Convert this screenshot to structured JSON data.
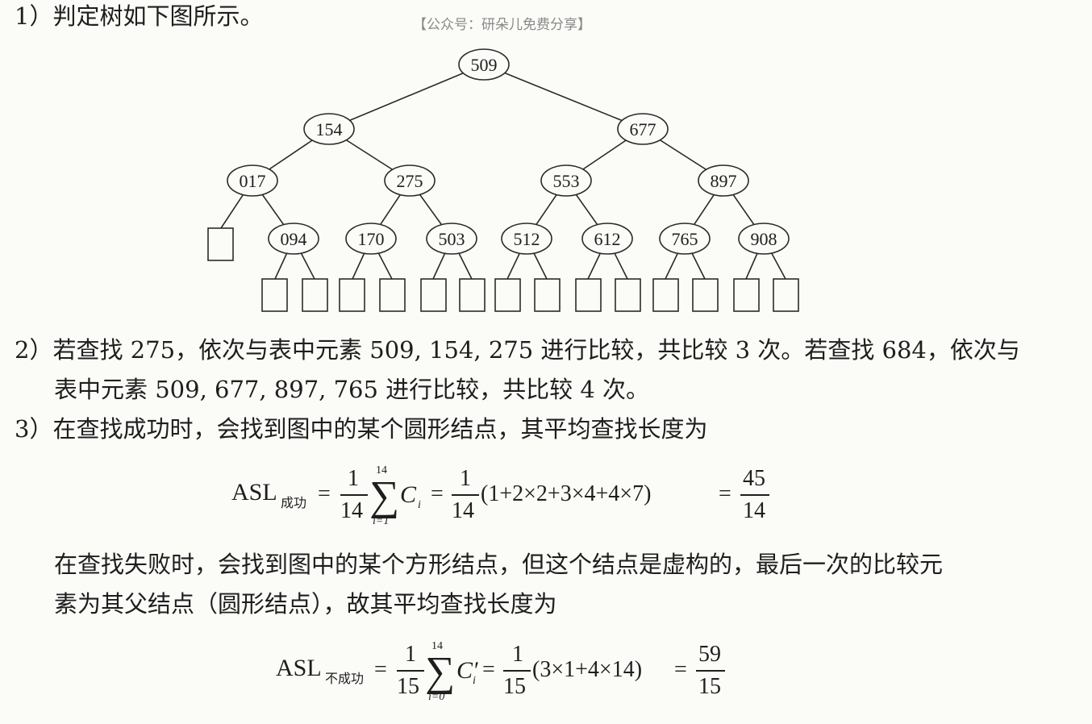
{
  "step1": "1）判定树如下图所示。",
  "watermark": "【公众号：研朵儿免费分享】",
  "tree": {
    "root": "509",
    "level2": [
      "154",
      "677"
    ],
    "level3": [
      "017",
      "275",
      "553",
      "897"
    ],
    "level4": [
      "094",
      "170",
      "503",
      "512",
      "612",
      "765",
      "908"
    ]
  },
  "step2_line1": "2）若查找 275，依次与表中元素 509, 154, 275 进行比较，共比较 3 次。若查找 684，依次与",
  "step2_line2": "表中元素 509, 677, 897, 765 进行比较，共比较 4 次。",
  "step3_line1": "3）在查找成功时，会找到图中的某个圆形结点，其平均查找长度为",
  "formula1": {
    "lhs": "ASL",
    "lhs_sub": "成功",
    "eq": "=",
    "frac1_num": "1",
    "frac1_den": "14",
    "sum_top": "14",
    "sum_bottom": "i=1",
    "term": "C",
    "term_sub": "i",
    "eq2": "=",
    "frac2_num": "1",
    "frac2_den": "14",
    "expr": "(1+2×2+3×4+4×7)",
    "eq3": "=",
    "result_num": "45",
    "result_den": "14"
  },
  "fail_line1": "在查找失败时，会找到图中的某个方形结点，但这个结点是虚构的，最后一次的比较元",
  "fail_line2": "素为其父结点（圆形结点），故其平均查找长度为",
  "formula2": {
    "lhs": "ASL",
    "lhs_sub": "不成功",
    "eq": "=",
    "frac1_num": "1",
    "frac1_den": "15",
    "sum_top": "14",
    "sum_bottom": "i=0",
    "term": "C′",
    "term_sub": "i",
    "eq2": "=",
    "frac2_num": "1",
    "frac2_den": "15",
    "expr": "(3×1+4×14)",
    "eq3": "=",
    "result_num": "59",
    "result_den": "15"
  }
}
